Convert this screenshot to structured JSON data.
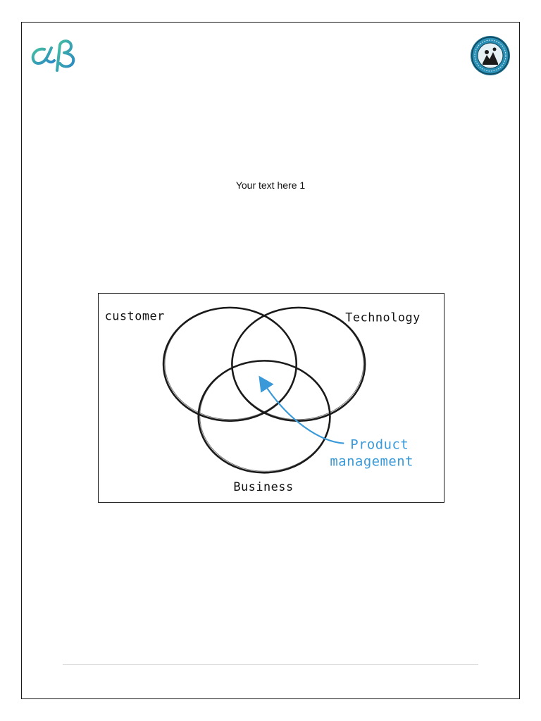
{
  "header": {
    "left_logo_text": "αβ",
    "right_logo_name": "circular seal emblem"
  },
  "body": {
    "text": "Your text here 1"
  },
  "figure": {
    "labels": {
      "customer": "customer",
      "technology": "Technology",
      "business": "Business",
      "product_line1": "Product",
      "product_line2": "management"
    },
    "colors": {
      "circle_stroke": "#1a1a1a",
      "accent": "#3a9ad9"
    }
  },
  "colors": {
    "logo_teal": "#3bb3a6",
    "logo_blue": "#2c7fb8",
    "seal_ring": "#2a8fb5"
  }
}
